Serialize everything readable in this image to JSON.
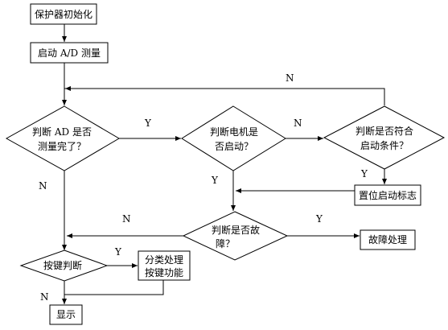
{
  "nodes": {
    "init": "保护器初始化",
    "start_ad": "启动 A/D 测量",
    "ad_done": [
      "判断 AD 是否",
      "测量完了？"
    ],
    "motor_started": [
      "判断电机是",
      "否启动？"
    ],
    "start_cond": [
      "判断是否符合",
      "启动条件？"
    ],
    "set_flag": "置位启动标志",
    "fault_check": [
      "判断是否故",
      "障？"
    ],
    "fault_handle": "故障处理",
    "key_judge": "按键判断",
    "key_func": [
      "分类处理",
      "按键功能"
    ],
    "display": "显示"
  },
  "edges": {
    "start_cond_no": "N",
    "ad_done_yes": "Y",
    "motor_no": "N",
    "start_cond_yes": "Y",
    "motor_yes": "Y",
    "ad_done_no": "N",
    "fault_no": "N",
    "fault_yes": "Y",
    "key_yes": "Y",
    "key_no": "N"
  },
  "colors": {
    "line": "#000000",
    "fill": "#ffffff"
  }
}
